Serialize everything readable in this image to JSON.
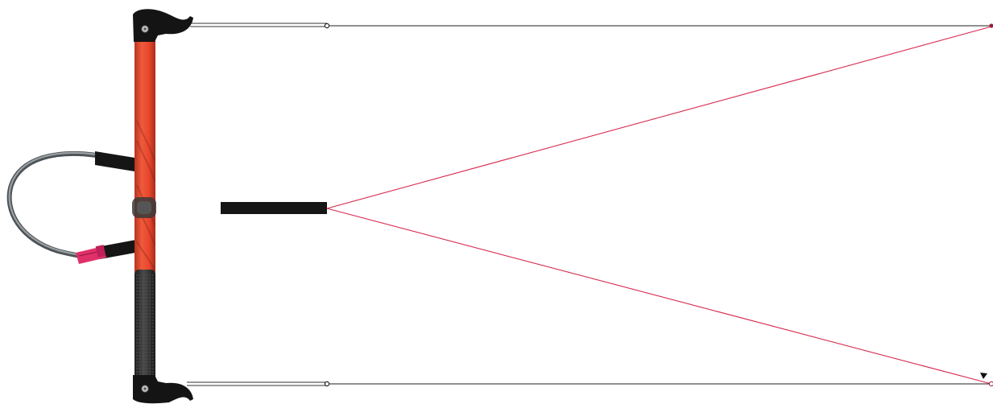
{
  "diagram": {
    "type": "kite-bar-line-diagram",
    "colors": {
      "background": "#ffffff",
      "bar_red": "#e8452c",
      "bar_red_dark": "#c23a22",
      "bar_carbon": "#2f2f2f",
      "handle_black": "#141414",
      "leash_grey": "#6d7275",
      "leash_grey_light": "#a3a8ab",
      "sleeve_black": "#151515",
      "release_pink": "#e0306a",
      "flying_line": "#222222",
      "bridle_line": "#d8294f",
      "depower_strap": "#161616",
      "kite_tip": "#9b2037"
    },
    "parts": [
      {
        "name": "control-bar",
        "icon": "control-bar-icon"
      },
      {
        "name": "top-bar-end",
        "icon": "bar-end-float-icon"
      },
      {
        "name": "bottom-bar-end",
        "icon": "bar-end-float-icon"
      },
      {
        "name": "chicken-loop",
        "icon": "chicken-loop-icon"
      },
      {
        "name": "quick-release",
        "icon": "quick-release-icon"
      },
      {
        "name": "depower-strap",
        "icon": "strap-icon"
      },
      {
        "name": "front-lines",
        "icon": "line-icon"
      },
      {
        "name": "steering-lines",
        "icon": "line-icon"
      },
      {
        "name": "kite-tip-markers",
        "icon": "dot-icon"
      },
      {
        "name": "direction-arrow",
        "icon": "triangle-pointer-icon"
      }
    ]
  }
}
